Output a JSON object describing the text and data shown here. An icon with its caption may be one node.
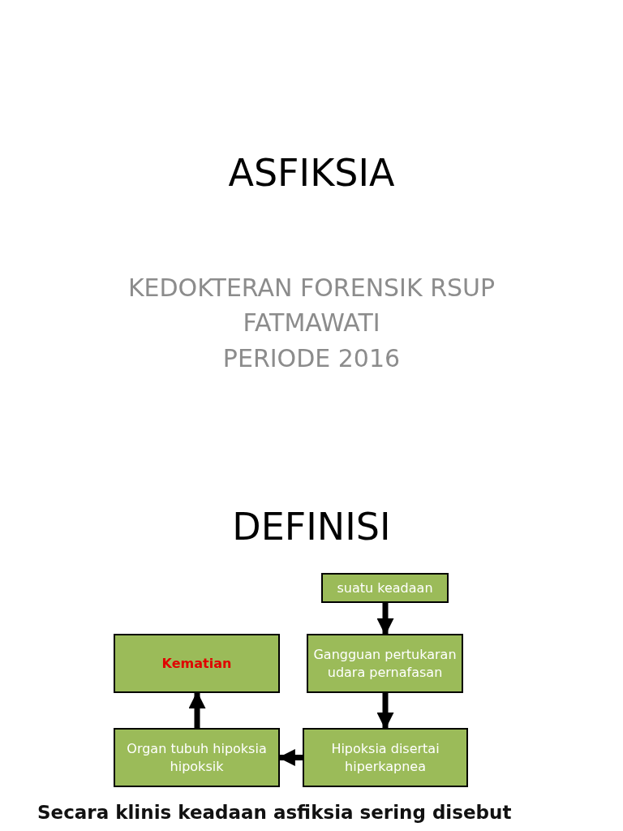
{
  "diagram": {
    "title": "ASFIKSIA",
    "nodes": [
      {
        "text": [
          "suatu keadaan"
        ]
      },
      {
        "text": [
          "Gangguan pertukaran udara pernafasan"
        ]
      },
      {
        "text": [
          "Hipoksia disertai hiperkapnea"
        ]
      },
      {
        "text": [
          "Organ tubuh hipoksia hipoksik"
        ]
      },
      {
        "text": [
          "Kematian"
        ]
      }
    ],
    "edges": [
      {
        "from": 0,
        "to": 1,
        "arrow": "to"
      },
      {
        "from": 1,
        "to": 2,
        "arrow": "to"
      },
      {
        "from": 2,
        "to": 3,
        "arrow": "to"
      },
      {
        "from": 3,
        "to": 4,
        "arrow": "to"
      }
    ],
    "labels": [
      "KEDOKTERAN FORENSIK RSUP FATMAWATI",
      "PERIODE 2016",
      "DEFINISI",
      "Secara klinis keadaan asfiksia sering disebut"
    ]
  }
}
